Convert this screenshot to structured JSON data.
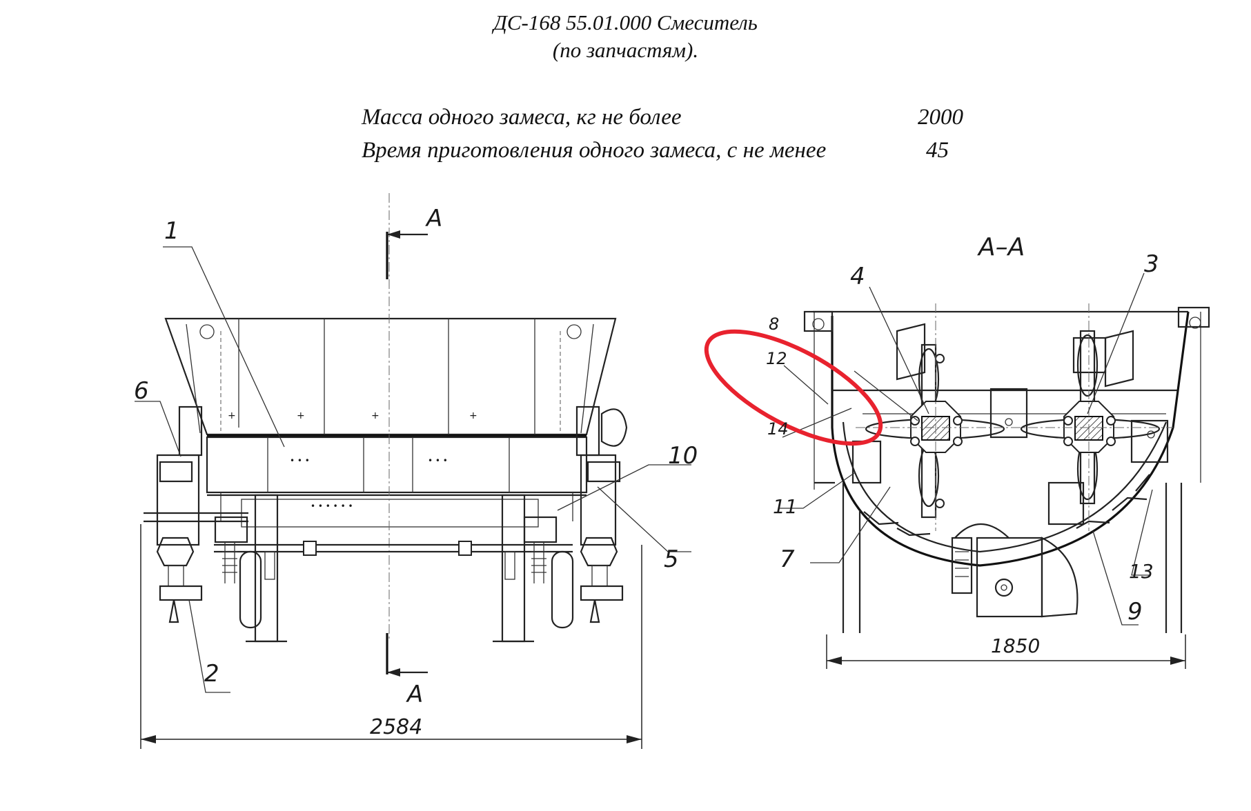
{
  "header": {
    "title_line1": "ДС-168 55.01.000 Смеситель",
    "title_line2": "(по запчастям)."
  },
  "specs": [
    {
      "label": "Масса одного замеса, кг не более",
      "value": "2000"
    },
    {
      "label": "Время приготовления одного замеса, с не менее",
      "value": "45"
    }
  ],
  "front_view": {
    "section_mark_top": "А",
    "section_mark_bottom": "А",
    "dimension_width": "2584",
    "callouts": {
      "c1": "1",
      "c2": "2",
      "c5": "5",
      "c6": "6",
      "c10": "10"
    }
  },
  "section_view": {
    "title": "А–А",
    "dimension_width": "1850",
    "callouts": {
      "c3": "3",
      "c4": "4",
      "c7": "7",
      "c8": "8",
      "c9": "9",
      "c11": "11",
      "c12": "12",
      "c13": "13",
      "c14": "14"
    },
    "highlight_color": "#e8222e"
  }
}
